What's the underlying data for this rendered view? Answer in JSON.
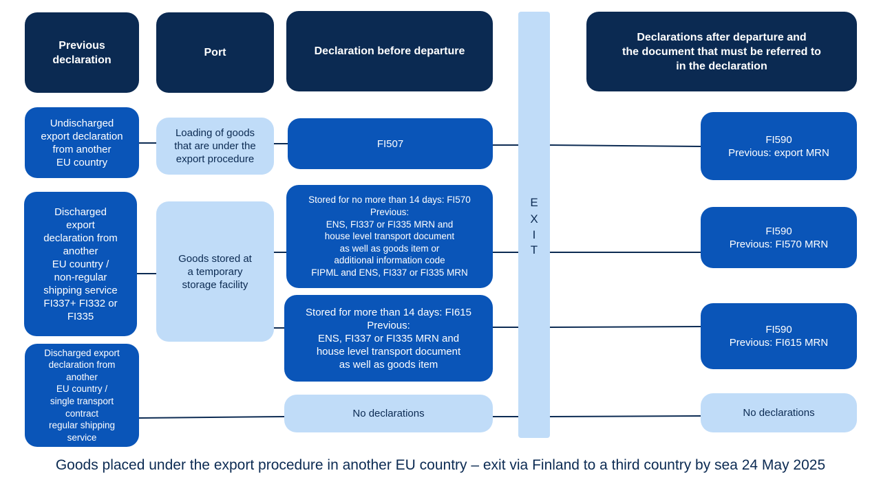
{
  "headers": {
    "previous": "Previous\ndeclaration",
    "port": "Port",
    "before": "Declaration before departure",
    "after": "Declarations after departure and\nthe document that must be referred to\nin the declaration"
  },
  "previous_declarations": [
    "Undischarged\nexport declaration\nfrom another\nEU country",
    "Discharged\nexport\ndeclaration from\nanother\nEU country /\nnon-regular\nshipping service\nFI337+ FI332 or\nFI335",
    "Discharged export\ndeclaration from\nanother\nEU country /\nsingle transport\ncontract\nregular shipping\nservice"
  ],
  "port": [
    "Loading of goods\nthat are under the\nexport procedure",
    "Goods stored at\na temporary\nstorage facility"
  ],
  "before_departure": [
    "FI507",
    "Stored for no more than 14 days: FI570\nPrevious:\nENS, FI337 or FI335 MRN and\nhouse level transport document\nas well as goods item or\nadditional information code\nFIPML and ENS, FI337 or FI335 MRN",
    "Stored for more than  14 days: FI615\nPrevious:\nENS, FI337 or FI335 MRN and\nhouse level transport document\nas well as goods item",
    "No declarations"
  ],
  "exit_letters": [
    "E",
    "X",
    "I",
    "T"
  ],
  "after_departure": [
    "FI590\nPrevious: export MRN",
    "FI590\nPrevious: FI570 MRN",
    "FI590\nPrevious: FI615 MRN",
    "No declarations"
  ],
  "footer": "Goods placed under the export procedure in another EU country – exit via Finland to a third country by sea 24 May 2025",
  "colors": {
    "dark": "#0b2a52",
    "blue": "#0a55b8",
    "light": "#c0dcf8"
  }
}
